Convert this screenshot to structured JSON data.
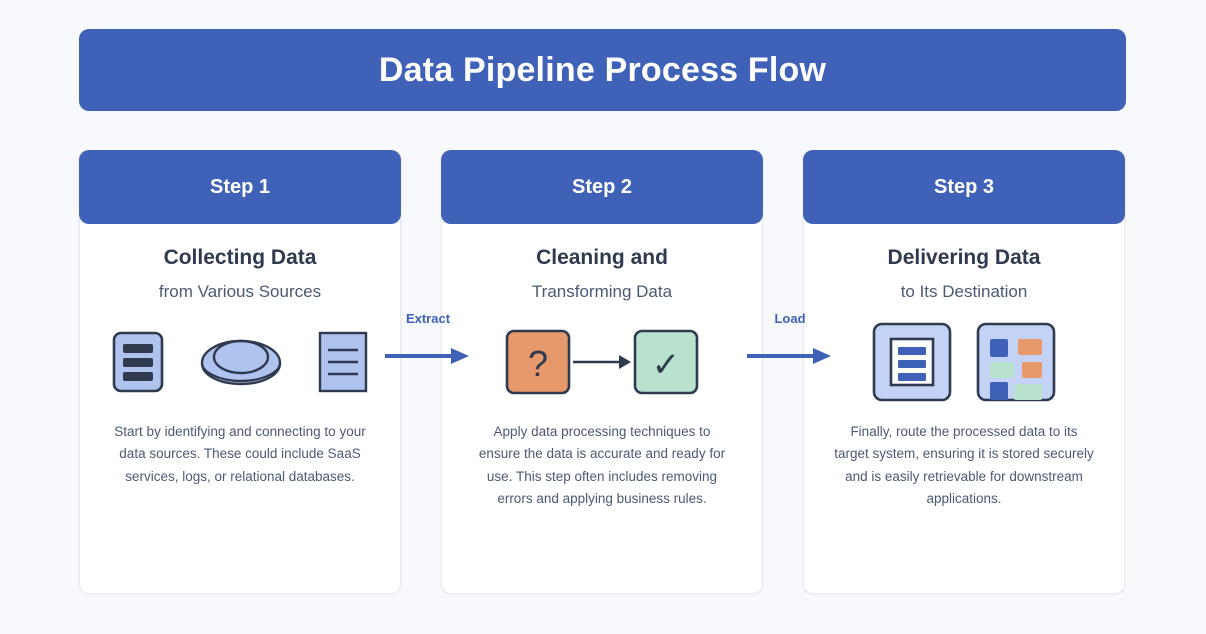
{
  "banner": {
    "title": "Data Pipeline Process Flow",
    "bg_color": "#3f62b8",
    "text_color": "#ffffff"
  },
  "page": {
    "background_color": "#f7f9fc"
  },
  "steps": [
    {
      "header": "Step 1",
      "title": "Collecting Data",
      "subtitle": "from Various Sources",
      "description": "Start by identifying and connecting to your data sources. These could include SaaS services, logs, or relational databases.",
      "icons": [
        "server-icon",
        "database-cylinder-icon",
        "document-lines-icon"
      ]
    },
    {
      "header": "Step 2",
      "title": "Cleaning and",
      "subtitle": "Transforming Data",
      "description": "Apply data processing techniques to ensure the data is accurate and ready for use. This step often includes removing errors and applying business rules.",
      "icons": [
        "question-tile-icon",
        "transform-arrow-icon",
        "checkmark-tile-icon"
      ]
    },
    {
      "header": "Step 3",
      "title": "Delivering Data",
      "subtitle": "to Its Destination",
      "description": "Finally, route the processed data to its target system, ensuring it is stored securely and is easily retrievable for downstream applications.",
      "icons": [
        "report-document-icon",
        "dashboard-grid-icon"
      ]
    }
  ],
  "connectors": [
    {
      "label": "Extract",
      "color": "#3f62b8"
    },
    {
      "label": "Load",
      "color": "#3f62b8"
    }
  ],
  "icon_glyphs": {
    "question_mark": "?",
    "check_mark": "✓"
  },
  "palette": {
    "primary_blue": "#3f62b8",
    "light_blue_fill": "#aec3ed",
    "pale_blue_fill": "#c3d2f5",
    "orange_fill": "#e8996c",
    "green_fill": "#b8e2ce",
    "dark_ink": "#2f3a4f",
    "body_text": "#4b5a72",
    "card_border": "#e6e9ef"
  }
}
